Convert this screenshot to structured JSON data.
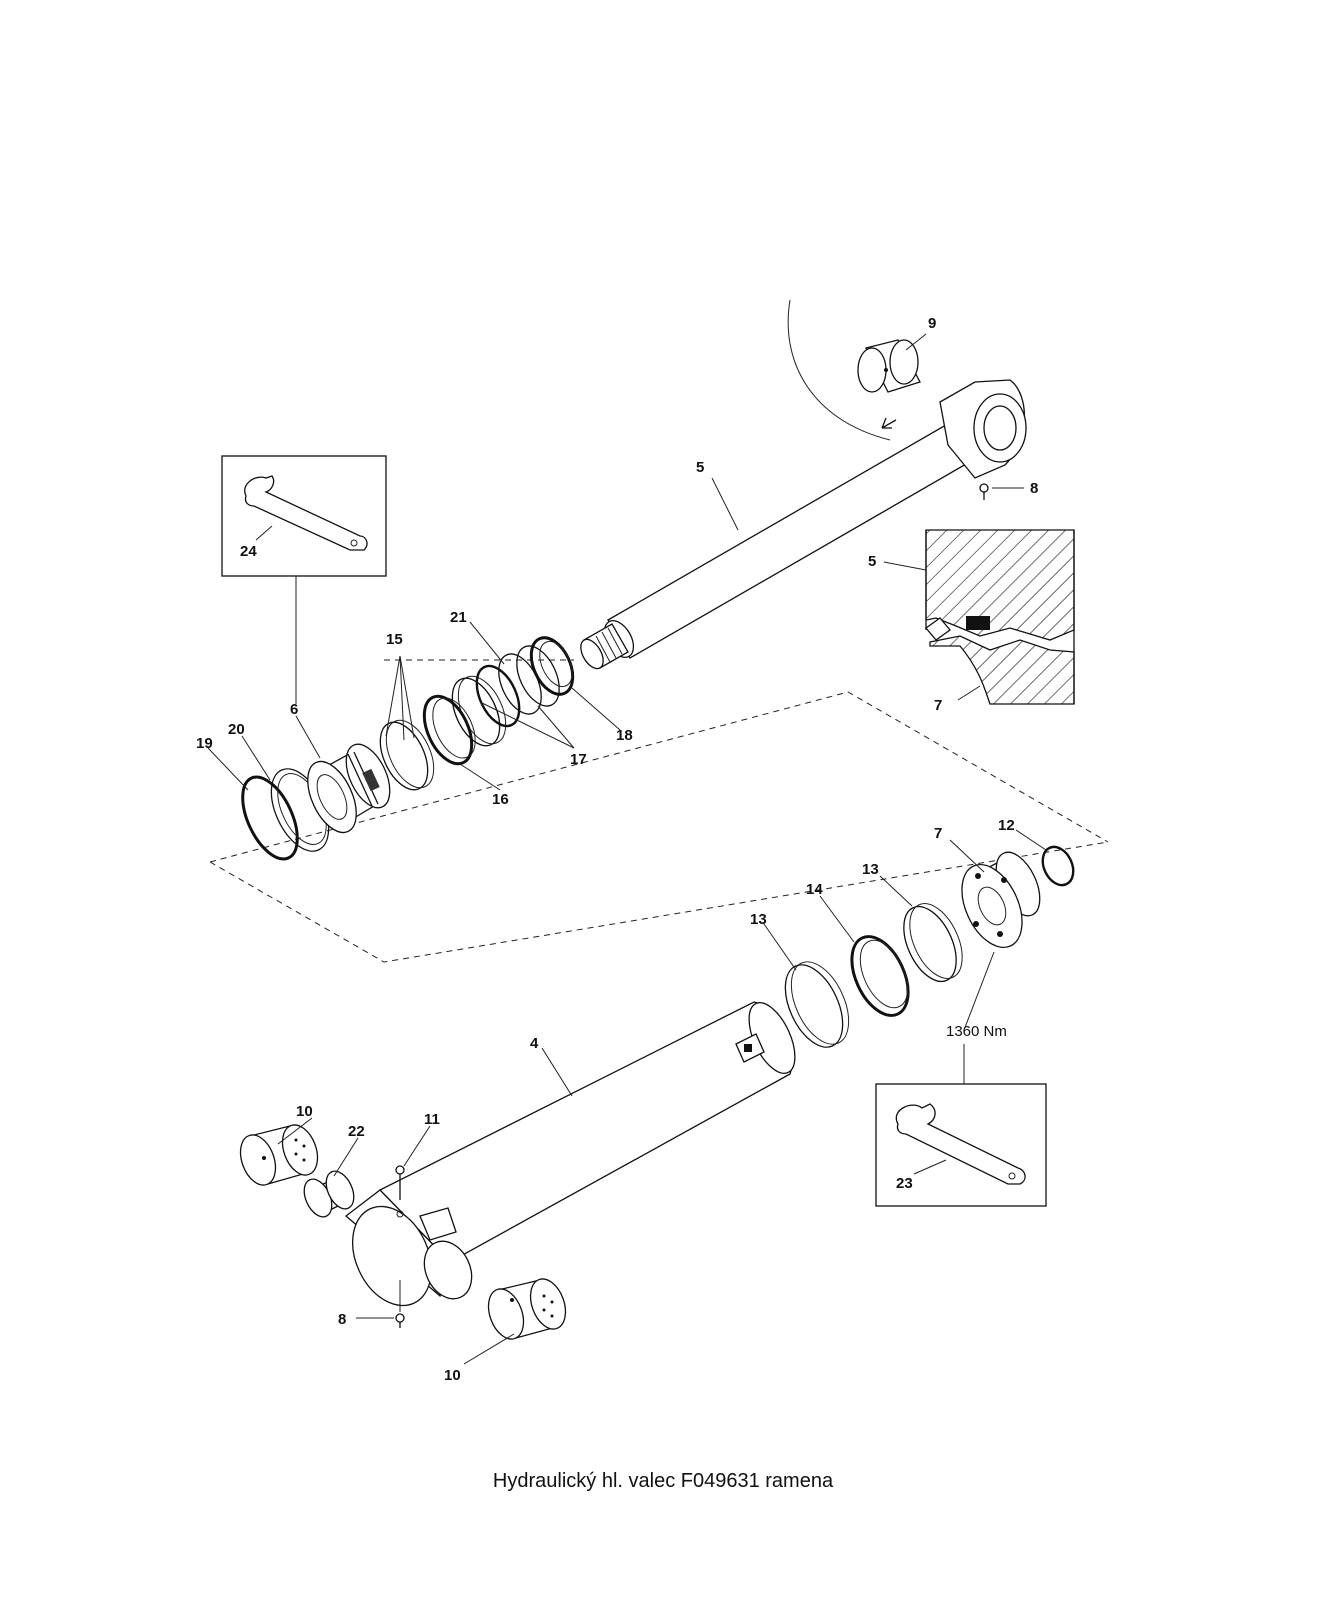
{
  "caption": "Hydraulický hl. valec F049631 ramena",
  "torque_label": "1360 Nm",
  "callouts": {
    "n9": "9",
    "n5_rod": "5",
    "n8_top": "8",
    "n24": "24",
    "n5_detail": "5",
    "n7_detail": "7",
    "n15": "15",
    "n21": "21",
    "n6": "6",
    "n20": "20",
    "n19": "19",
    "n18": "18",
    "n17": "17",
    "n16": "16",
    "n7_head": "7",
    "n12": "12",
    "n13_right": "13",
    "n14": "14",
    "n13_left": "13",
    "n4": "4",
    "n10_top": "10",
    "n22": "22",
    "n11": "11",
    "n8_bottom": "8",
    "n10_bottom": "10",
    "n23": "23"
  }
}
